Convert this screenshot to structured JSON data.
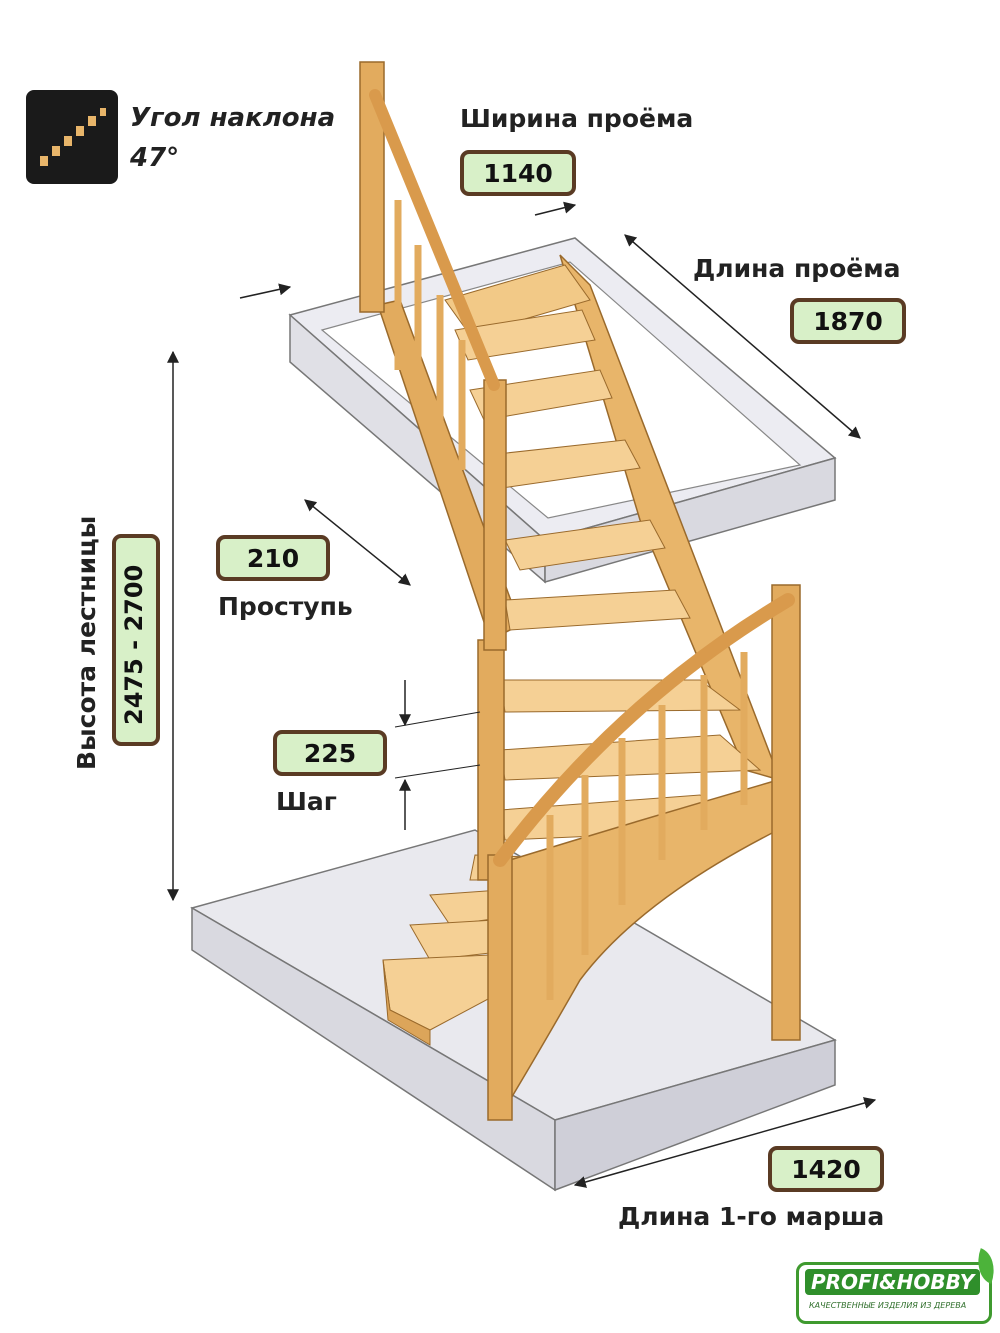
{
  "angle": {
    "label": "Угол наклона",
    "value": "47°",
    "icon": "stairs-icon"
  },
  "opening_width": {
    "label": "Ширина проёма",
    "value": "1140"
  },
  "opening_length": {
    "label": "Длина проёма",
    "value": "1870"
  },
  "tread": {
    "value": "210",
    "label": "Проступь"
  },
  "step": {
    "value": "225",
    "label": "Шаг"
  },
  "stair_height": {
    "label": "Высота лестницы",
    "value": "2475 - 2700"
  },
  "first_flight": {
    "value": "1420",
    "label": "Длина 1-го марша"
  },
  "brand": {
    "name": "PROFI&HOBBY",
    "tagline": "КАЧЕСТВЕННЫЕ ИЗДЕЛИЯ ИЗ ДЕРЕВА"
  },
  "colors": {
    "wood": "#e8b56a",
    "wood_dark": "#c98f45",
    "badge_fill": "#d8f0c8",
    "badge_border": "#5a3b24",
    "brand_green": "#2f8f2b"
  }
}
